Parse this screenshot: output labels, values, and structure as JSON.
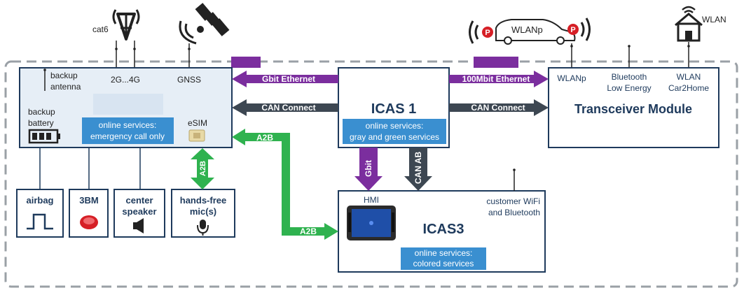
{
  "top_icons": {
    "cat6": "cat6",
    "wlanp": "WLANp",
    "wlan": "WLAN"
  },
  "modem": {
    "backup_antenna": [
      "backup",
      "antenna"
    ],
    "g_band": "2G...4G",
    "gnss": "GNSS",
    "backup_battery": [
      "backup",
      "battery"
    ],
    "services": [
      "online services:",
      "emergency call only"
    ],
    "esim": "eSIM"
  },
  "peripherals": {
    "airbag": "airbag",
    "bm3": "3BM",
    "center_speaker": [
      "center",
      "speaker"
    ],
    "handsfree": [
      "hands-free",
      "mic(s)"
    ]
  },
  "icas1": {
    "title": "ICAS 1",
    "services": [
      "online services:",
      "gray and green services"
    ]
  },
  "transceiver": {
    "title": "Transceiver Module",
    "wlanp": "WLANp",
    "bluetooth": [
      "Bluetooth",
      "Low Energy"
    ],
    "wlan": [
      "WLAN",
      "Car2Home"
    ]
  },
  "icas3": {
    "title": "ICAS3",
    "hmi": "HMI",
    "customer": [
      "customer WiFi",
      "and Bluetooth"
    ],
    "services": [
      "online services:",
      "colored services"
    ]
  },
  "links": {
    "gbit_ethernet": "Gbit Ethernet",
    "can_connect_left": "CAN Connect",
    "a2b_top": "A2B",
    "a2b_vertical": "A2B",
    "a2b_bottom": "A2B",
    "ethernet_100": "100Mbit Ethernet",
    "can_connect_right": "CAN Connect",
    "gbit": "Gbit",
    "can_ab": "CAN AB"
  },
  "colors": {
    "purple": "#7b2e9e",
    "dark": "#3d4752",
    "green": "#2fb24f",
    "blue_label": "#3a8fd0",
    "navy": "#1e3a5c",
    "module_fill": "#e6eef6",
    "dashed": "#9aa0a6"
  }
}
